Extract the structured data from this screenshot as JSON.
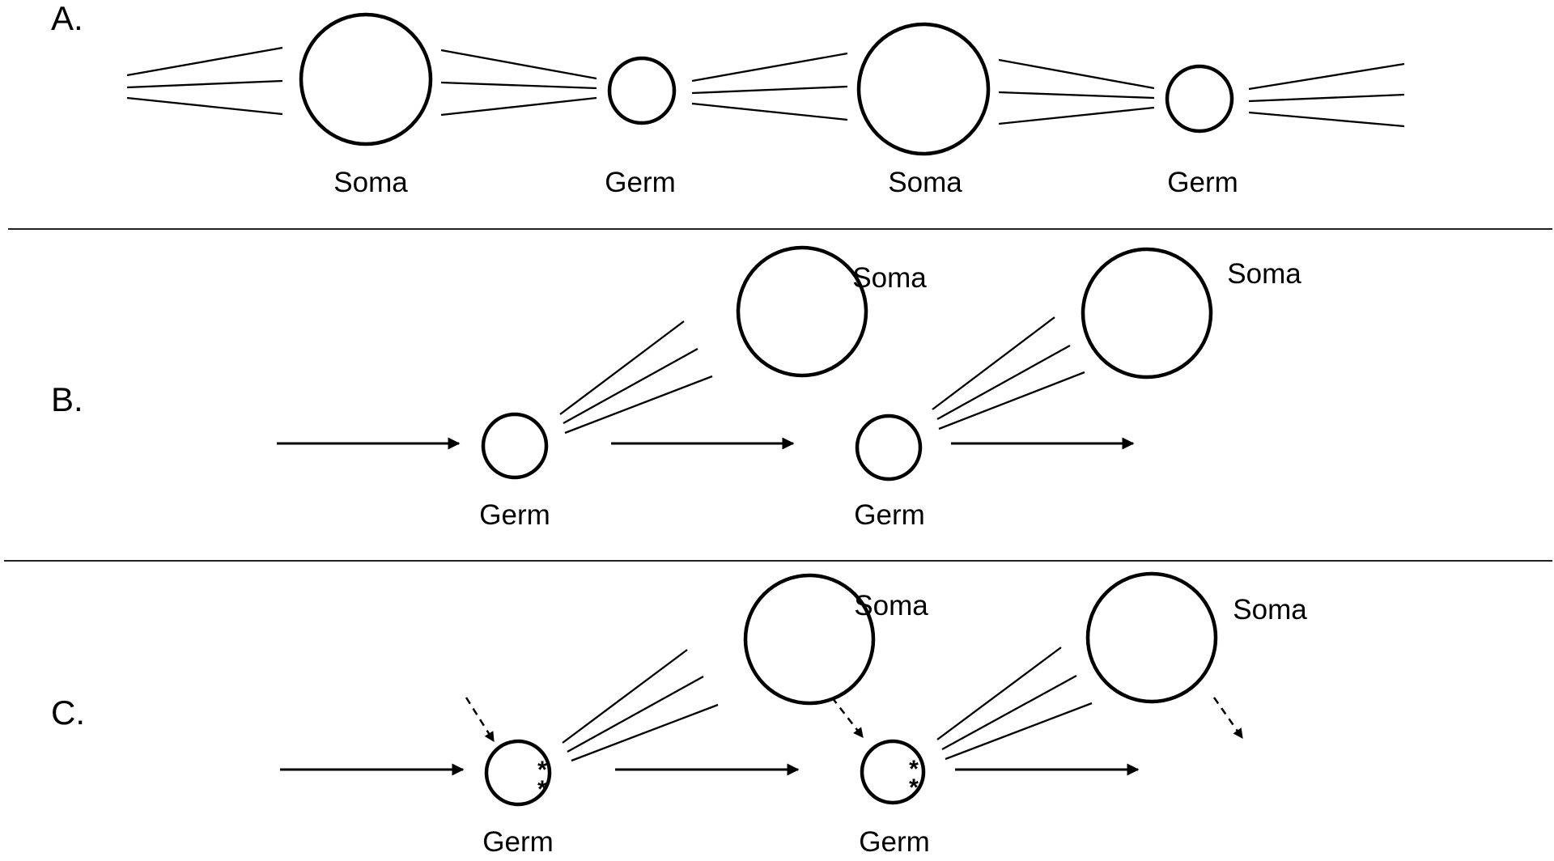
{
  "panels": {
    "a": {
      "label": "A.",
      "cells": [
        "Soma",
        "Germ",
        "Soma",
        "Germ"
      ]
    },
    "b": {
      "label": "B.",
      "germ_labels": [
        "Germ",
        "Germ"
      ],
      "soma_labels": [
        "Soma",
        "Soma"
      ]
    },
    "c": {
      "label": "C.",
      "germ_labels": [
        "Germ",
        "Germ"
      ],
      "soma_labels": [
        "Soma",
        "Soma"
      ],
      "mark": "*"
    }
  }
}
